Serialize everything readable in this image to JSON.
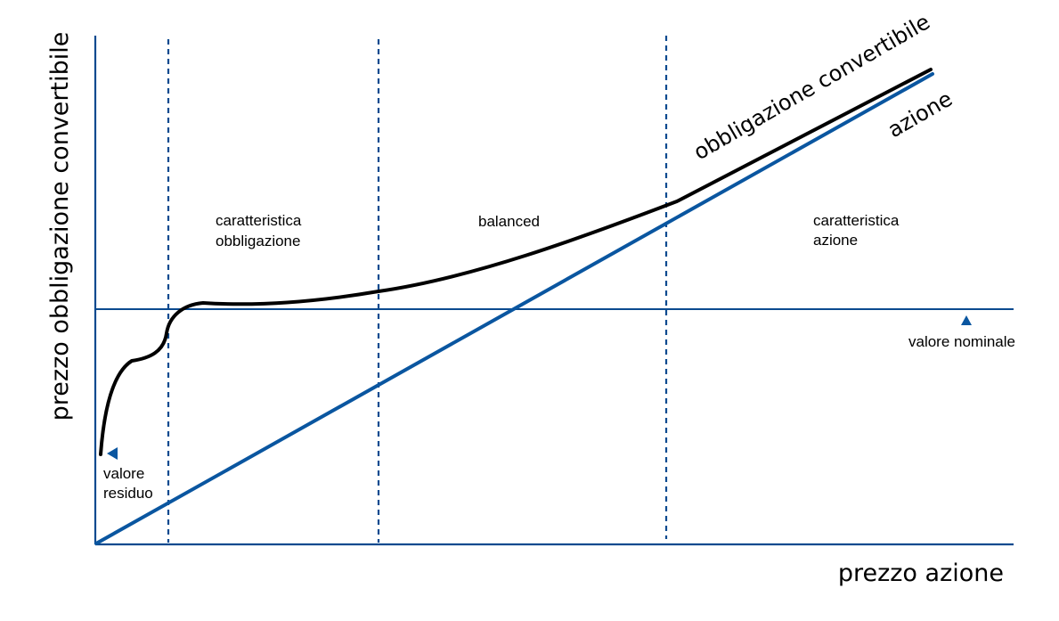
{
  "axes": {
    "x_title": "prezzo azione",
    "y_title": "prezzo obbligazione convertibile"
  },
  "curves": {
    "convertible_label": "obbligazione convertibile",
    "stock_label": "azione"
  },
  "zones": {
    "bond_like": [
      "caratteristica",
      "obbligazione"
    ],
    "balanced": "balanced",
    "equity_like": [
      "caratteristica",
      "azione"
    ]
  },
  "points": {
    "residual_value": [
      "valore",
      "residuo"
    ],
    "nominal_value": "valore nominale"
  },
  "colors": {
    "line_blue": "#0a56a0",
    "axis_blue": "#0b4a8f",
    "curve_black": "#000000"
  },
  "icons": {
    "residual_marker": "triangle-left-icon",
    "nominal_marker": "triangle-up-icon"
  }
}
